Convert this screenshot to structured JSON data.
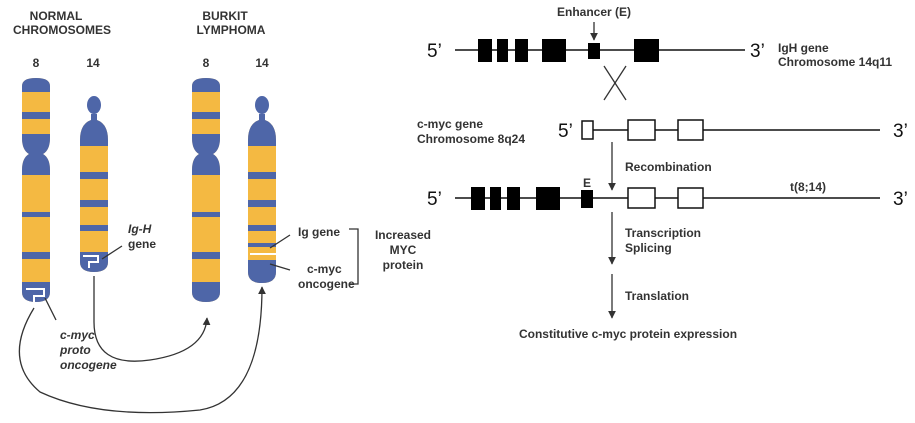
{
  "colors": {
    "chromosome_band": "#4e66a8",
    "chromosome_body": "#f4b942",
    "exon_filled": "#000000",
    "exon_open": "#ffffff",
    "text": "#333333"
  },
  "left_panel": {
    "normal_header": [
      "NORMAL",
      "CHROMOSOMES"
    ],
    "burkitt_header": [
      "BURKIT",
      "LYMPHOMA"
    ],
    "chr_numbers": [
      "8",
      "14",
      "8",
      "14"
    ],
    "igh_label": [
      "Ig-H",
      "gene"
    ],
    "cmyc_label": [
      "c-myc",
      "proto",
      "oncogene"
    ],
    "ig_gene_label": "Ig gene",
    "cmyc_oncogene_label": [
      "c-myc",
      "oncogene"
    ],
    "increased_label": [
      "Increased",
      "MYC",
      "protein"
    ]
  },
  "right_panel": {
    "enhancer_label": "Enhancer (E)",
    "prime5": "5’",
    "prime3": "3’",
    "igh_gene_label": [
      "IgH gene",
      "Chromosome 14q11"
    ],
    "cmyc_gene_label": [
      "c-myc gene",
      "Chromosome 8q24"
    ],
    "e_label": "E",
    "translocation_label": "t(8;14)",
    "steps": [
      "Recombination",
      "Transcription",
      "Splicing",
      "Translation"
    ],
    "result": "Constitutive c-myc protein expression"
  }
}
